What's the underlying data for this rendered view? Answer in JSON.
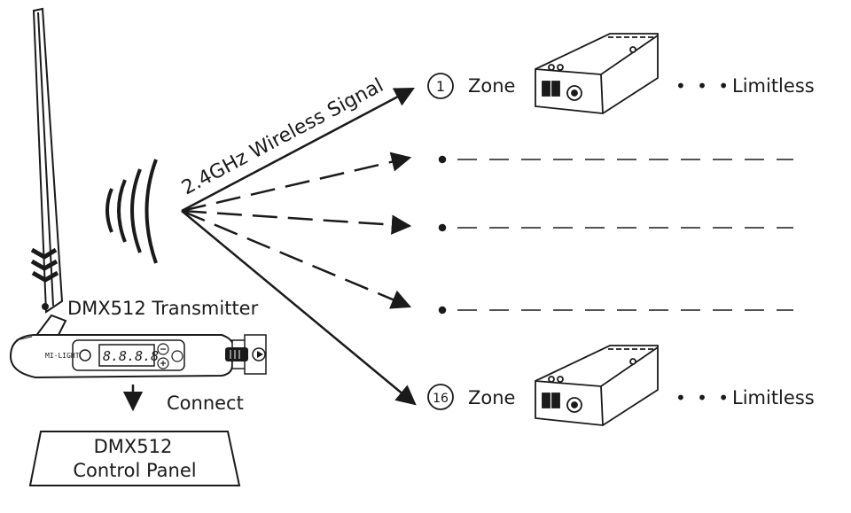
{
  "transmitter": {
    "label": "DMX512 Transmitter",
    "display": "8.8.8.8",
    "brand": "MI·LIGHT",
    "connect_label": "Connect"
  },
  "panel": {
    "line1": "DMX512",
    "line2": "Control Panel"
  },
  "signal": {
    "label": "2.4GHz Wireless Signal"
  },
  "zones": [
    {
      "number": "1",
      "label": "Zone",
      "ellipsis": "• • •",
      "limit": "Limitless"
    },
    {
      "number": "16",
      "label": "Zone",
      "ellipsis": "• • •",
      "limit": "Limitless"
    }
  ],
  "colors": {
    "line": "#1a1a1a",
    "background": "#ffffff"
  }
}
